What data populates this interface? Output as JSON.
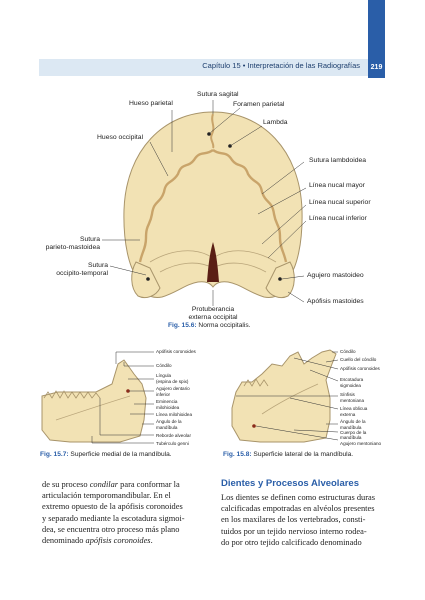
{
  "header": {
    "running_title": "Capítulo 15 • Interpretación de las Radiografías",
    "page_number": "219"
  },
  "figure_15_6": {
    "labels": {
      "sutura_sagital": "Sutura sagital",
      "hueso_parietal": "Hueso parietal",
      "foramen_parietal": "Foramen parietal",
      "lambda": "Lambda",
      "hueso_occipital": "Hueso occipital",
      "sutura_lambdoidea": "Sutura lambdoidea",
      "linea_nucal_mayor": "Línea nucal mayor",
      "linea_nucal_superior": "Línea nucal superior",
      "linea_nucal_inferior": "Línea nucal inferior",
      "sutura_parieto_mastoidea_1": "Sutura",
      "sutura_parieto_mastoidea_2": "parieto-mastoidea",
      "sutura_occipito_temporal_1": "Sutura",
      "sutura_occipito_temporal_2": "occipito-temporal",
      "agujero_mastoideo": "Agujero mastoideo",
      "apofisis_mastoides": "Apófisis mastoides",
      "protuberancia_1": "Protuberancia",
      "protuberancia_2": "externa occipital"
    },
    "caption_label": "Fig. 15.6:",
    "caption_text": " Norma occipitalis."
  },
  "figure_15_7": {
    "labels": [
      "Apófisis coronoides",
      "Cóndilo",
      "Língula",
      "(espina de spix)",
      "Agujero dentario",
      "inferior",
      "Eminencia",
      "milohioidea",
      "Línea milohioidea",
      "Ángulo de la",
      "mandíbula",
      "Reborde alveolar",
      "Tubérculo genni"
    ],
    "caption_label": "Fig. 15.7:",
    "caption_text": " Superficie medial de la mandíbula."
  },
  "figure_15_8": {
    "labels": [
      "Cóndilo",
      "Cuello del cóndilo",
      "Apófisis coronoides",
      "Escotadura",
      "sigmoidea",
      "Sínfisis",
      "mentoniana",
      "Línea oblicua",
      "externa",
      "Ángulo de la",
      "mandíbula",
      "Cuerpo de la",
      "mandíbula",
      "Agujero mentoniano"
    ],
    "caption_label": "Fig. 15.8:",
    "caption_text": " Superficie lateral de la mandíbula."
  },
  "left_column": {
    "segments": [
      {
        "text": "de su proceso ",
        "italic": false
      },
      {
        "text": "condilar",
        "italic": true
      },
      {
        "text": " para conformar la",
        "italic": false
      }
    ],
    "lines": [
      "articulación temporomandibular. En el",
      "extremo opuesto de la apófisis coronoides",
      "y separado mediante la escotadura sigmoi-",
      "dea, se encuentra otro proceso más plano"
    ],
    "last_line_prefix": "denominado ",
    "last_line_italic": "apófisis coronoides",
    "last_line_suffix": "."
  },
  "right_column": {
    "heading": "Dientes y Procesos Alveolares",
    "lines": [
      "Los dientes se definen como estructuras duras",
      "calcificadas empotradas en alvéolos presentes",
      "en los maxilares de los vertebrados, consti-",
      "tuidos por un tejido nervioso interno rodea-",
      "do por otro tejido calcificado denominado"
    ]
  },
  "colors": {
    "accent": "#2a5ea8",
    "header_band": "#dce8f3",
    "bone": "#f2e2b4",
    "bone_outline": "#a8946a",
    "suture": "#c9a46a",
    "foramen": "#5a1e14"
  }
}
